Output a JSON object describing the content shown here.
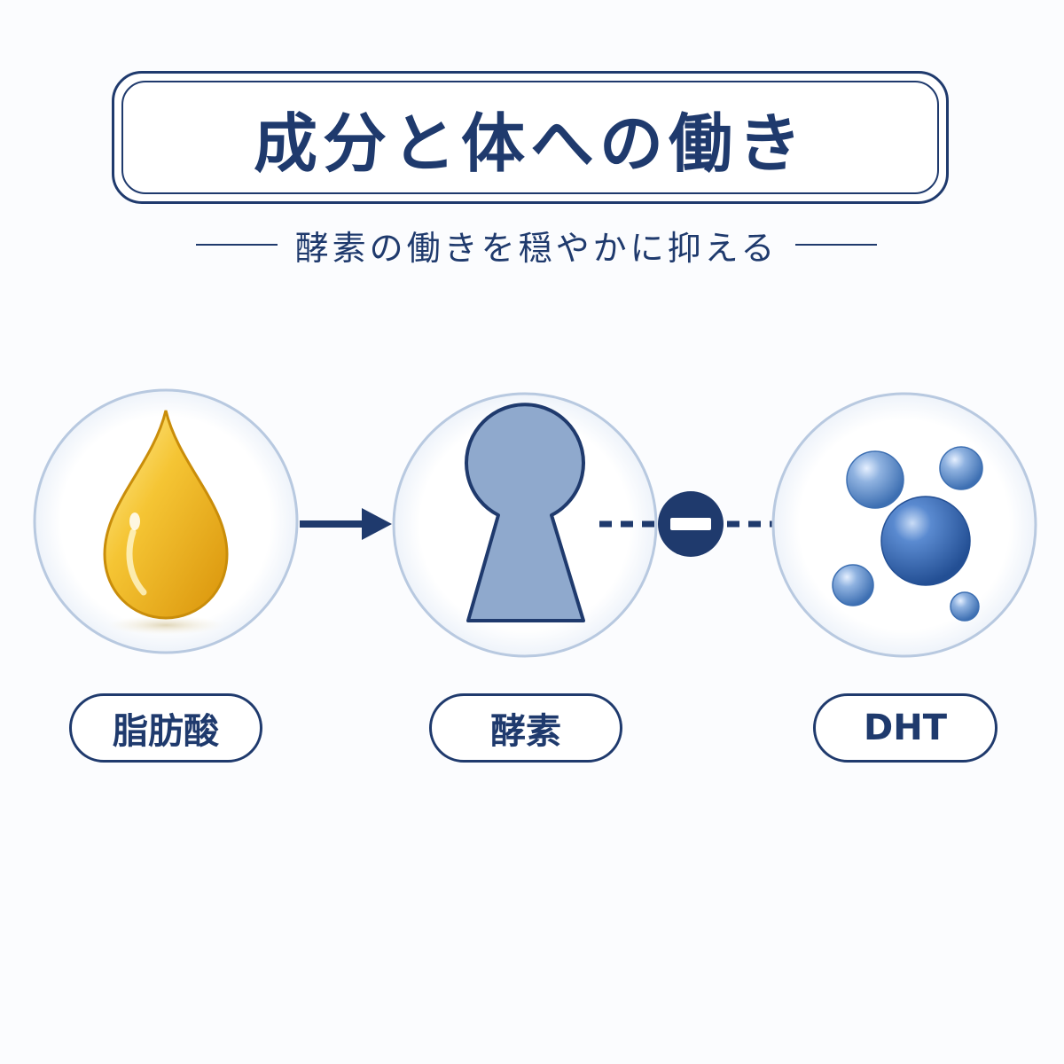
{
  "title": "成分と体への働き",
  "subtitle": "酵素の働きを穏やかに抑える",
  "nodes": [
    {
      "label": "脂肪酸",
      "icon": "oil-drop-icon"
    },
    {
      "label": "酵素",
      "icon": "keyhole-icon"
    },
    {
      "label": "DHT",
      "icon": "molecules-icon"
    }
  ],
  "connectors": [
    {
      "style": "solid",
      "direction": "right"
    },
    {
      "style": "dashed",
      "direction": "right",
      "marker": "minus-icon"
    }
  ],
  "colors": {
    "navy": "#1f3a6d",
    "circle_border": "#b8c9e0",
    "keyhole_fill": "#8fa9cd",
    "drop_gold": "#f2b51c",
    "molecule_blue": "#3d6fb2"
  }
}
